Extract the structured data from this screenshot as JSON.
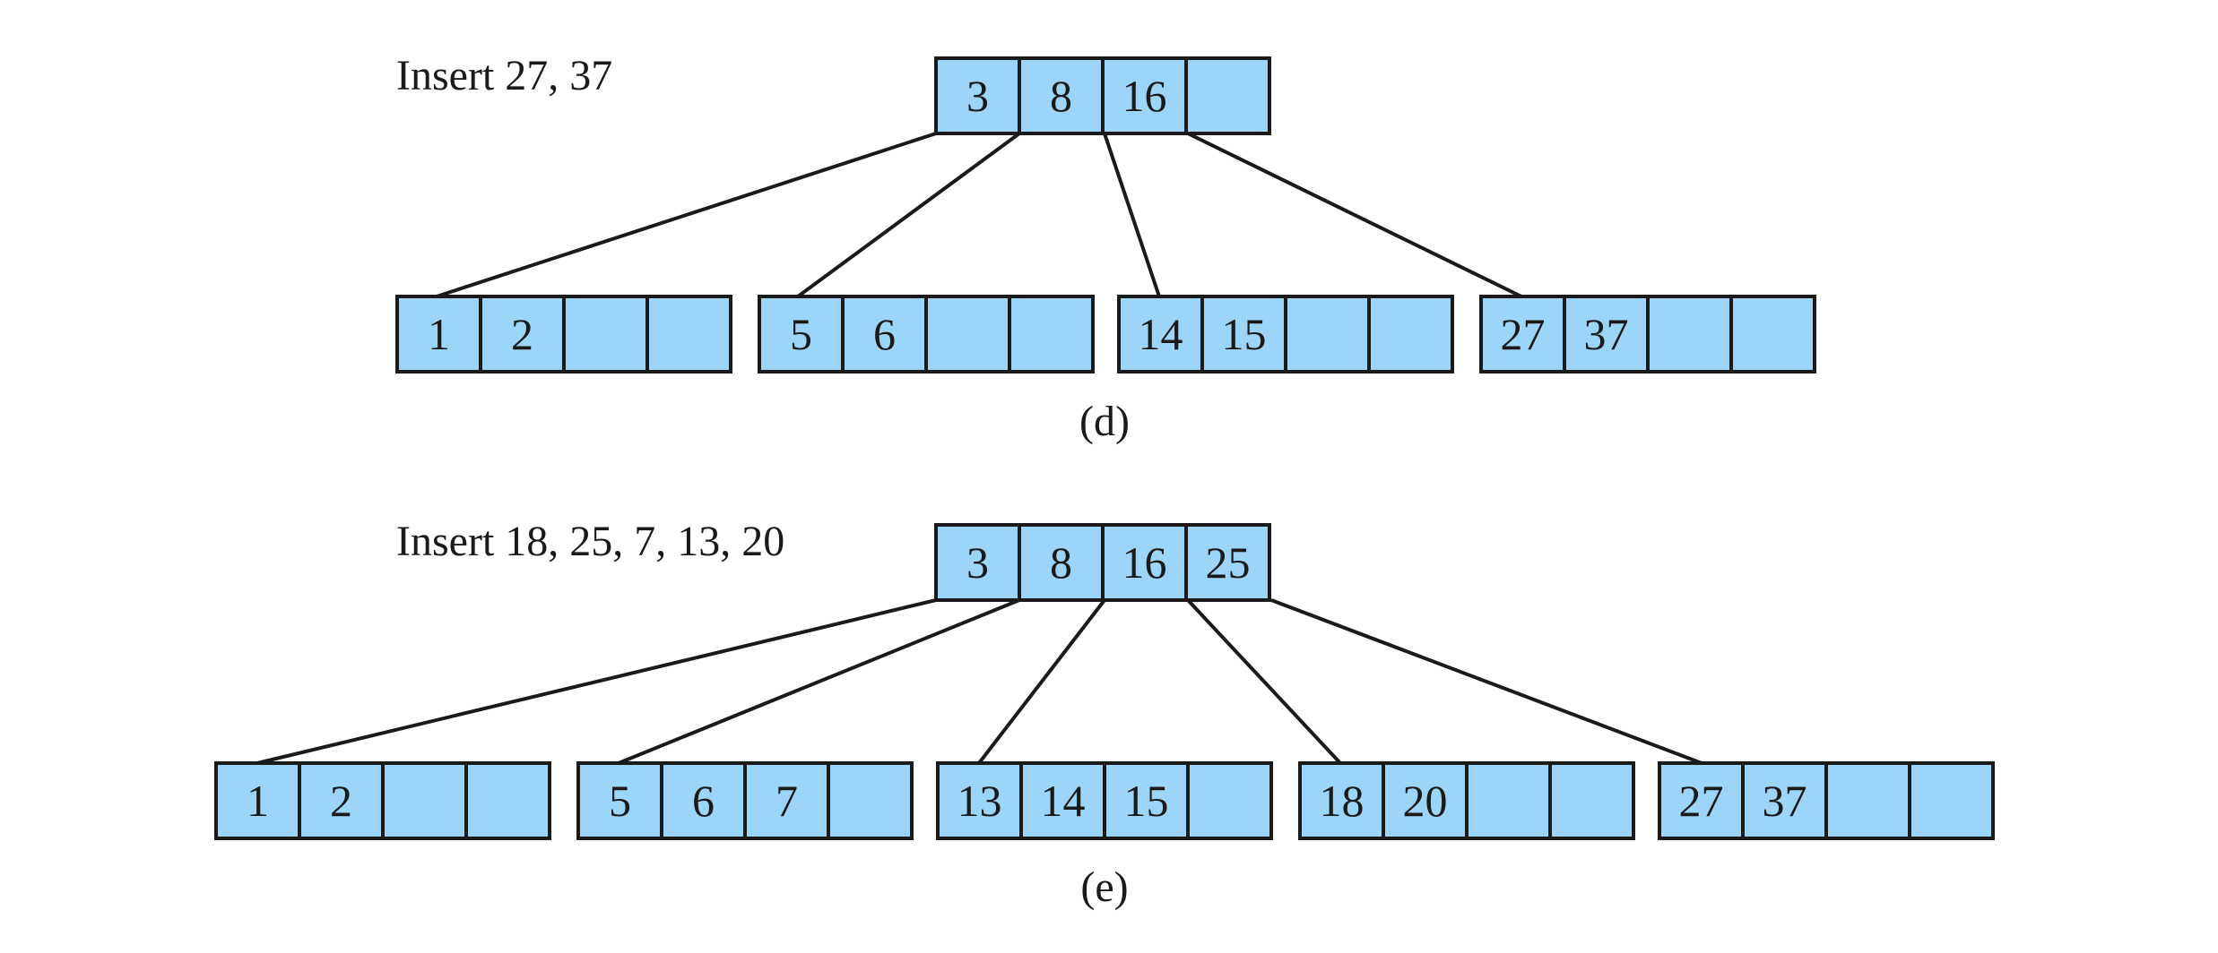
{
  "colors": {
    "node_fill": "#9dd5f8",
    "stroke": "#1a1a1a",
    "text": "#1a1a1a"
  },
  "diagrams": [
    {
      "id": "d",
      "instruction": "Insert 27, 37",
      "label": "(d)",
      "root": {
        "keys": [
          "3",
          "8",
          "16",
          ""
        ]
      },
      "children": [
        {
          "keys": [
            "1",
            "2",
            "",
            ""
          ]
        },
        {
          "keys": [
            "5",
            "6",
            "",
            ""
          ]
        },
        {
          "keys": [
            "14",
            "15",
            "",
            ""
          ]
        },
        {
          "keys": [
            "27",
            "37",
            "",
            ""
          ]
        }
      ]
    },
    {
      "id": "e",
      "instruction": "Insert 18, 25, 7, 13, 20",
      "label": "(e)",
      "root": {
        "keys": [
          "3",
          "8",
          "16",
          "25"
        ]
      },
      "children": [
        {
          "keys": [
            "1",
            "2",
            "",
            ""
          ]
        },
        {
          "keys": [
            "5",
            "6",
            "7",
            ""
          ]
        },
        {
          "keys": [
            "13",
            "14",
            "15",
            ""
          ]
        },
        {
          "keys": [
            "18",
            "20",
            "",
            ""
          ]
        },
        {
          "keys": [
            "27",
            "37",
            "",
            ""
          ]
        }
      ]
    }
  ]
}
